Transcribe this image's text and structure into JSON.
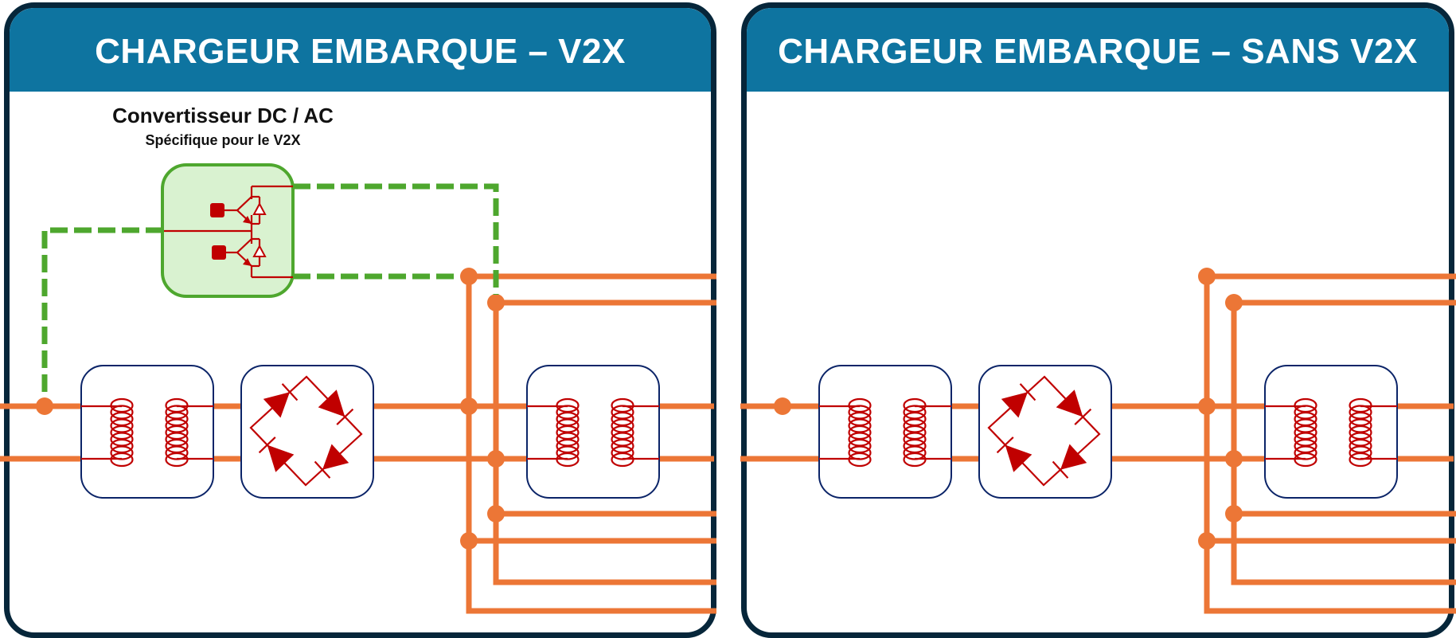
{
  "panels": [
    {
      "title": "CHARGEUR EMBARQUE – V2X",
      "has_v2x_converter": true
    },
    {
      "title": "CHARGEUR EMBARQUE – SANS V2X",
      "has_v2x_converter": false
    }
  ],
  "converter": {
    "title": "Convertisseur DC / AC",
    "subtitle": "Spécifique pour le V2X",
    "icon": "igbt-inverter-icon"
  },
  "components": [
    {
      "type": "transformer",
      "icon": "transformer-icon"
    },
    {
      "type": "diode-bridge-rectifier",
      "icon": "diode-bridge-icon"
    },
    {
      "type": "transformer",
      "icon": "transformer-icon"
    }
  ],
  "colors": {
    "header": "#0E74A0",
    "panel_border": "#06263A",
    "wire": "#EC7636",
    "component_border": "#0B2468",
    "component_symbol": "#C00000",
    "converter_border": "#4EA72E",
    "converter_fill": "#D9F2D0",
    "v2x_link": "#4EA72E"
  }
}
